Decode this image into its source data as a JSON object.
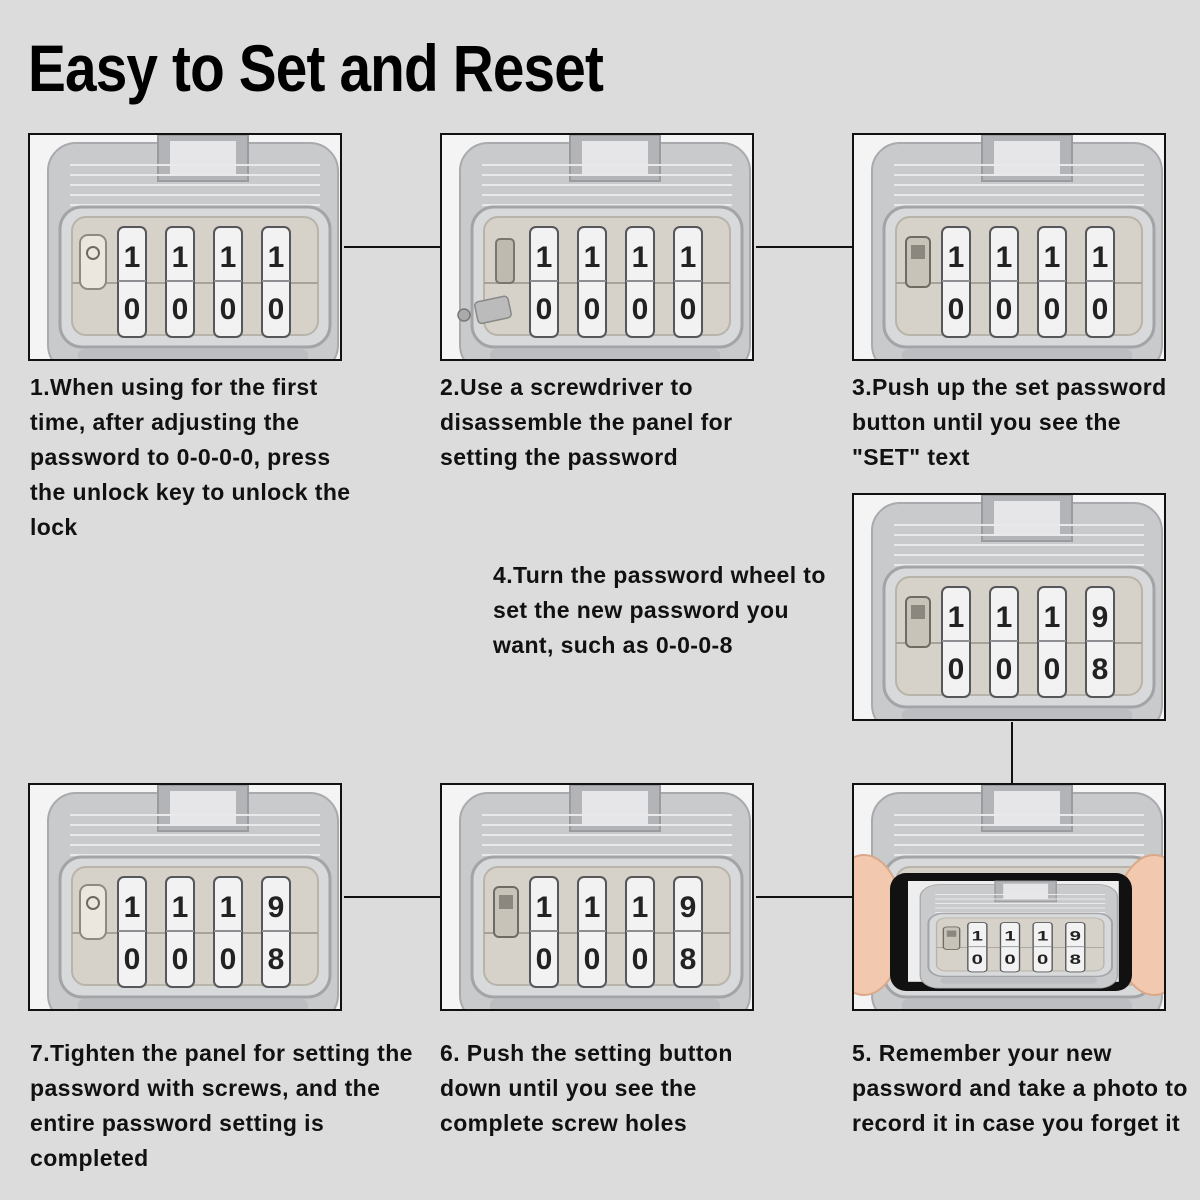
{
  "title": "Easy to Set and Reset",
  "steps": [
    {
      "caption": "1.When using for the first time, after adjusting the password to 0-0-0-0, press the unlock key to unlock the lock",
      "dials_top": [
        "1",
        "1",
        "1",
        "1"
      ],
      "dials_bottom": [
        "0",
        "0",
        "0",
        "0"
      ]
    },
    {
      "caption": "2.Use a screwdriver to disassemble the panel for setting the password",
      "dials_top": [
        "1",
        "1",
        "1",
        "1"
      ],
      "dials_bottom": [
        "0",
        "0",
        "0",
        "0"
      ]
    },
    {
      "caption": "3.Push up the set password button until you see the \"SET\" text",
      "dials_top": [
        "1",
        "1",
        "1",
        "1"
      ],
      "dials_bottom": [
        "0",
        "0",
        "0",
        "0"
      ]
    },
    {
      "caption": "4.Turn the password wheel to set the new password you want, such as 0-0-0-8",
      "dials_top": [
        "1",
        "1",
        "1",
        "9"
      ],
      "dials_bottom": [
        "0",
        "0",
        "0",
        "8"
      ]
    },
    {
      "caption": "5. Remember your new password and take a photo to record it in case you forget it",
      "dials_top": [
        "1",
        "1",
        "1",
        "9"
      ],
      "dials_bottom": [
        "0",
        "0",
        "0",
        "8"
      ]
    },
    {
      "caption": "6. Push the setting button down until you see the complete screw holes",
      "dials_top": [
        "1",
        "1",
        "1",
        "9"
      ],
      "dials_bottom": [
        "0",
        "0",
        "0",
        "8"
      ]
    },
    {
      "caption": "7.Tighten the panel for setting the password with screws, and the entire password setting is completed",
      "dials_top": [
        "1",
        "1",
        "1",
        "9"
      ],
      "dials_bottom": [
        "0",
        "0",
        "0",
        "8"
      ]
    }
  ]
}
